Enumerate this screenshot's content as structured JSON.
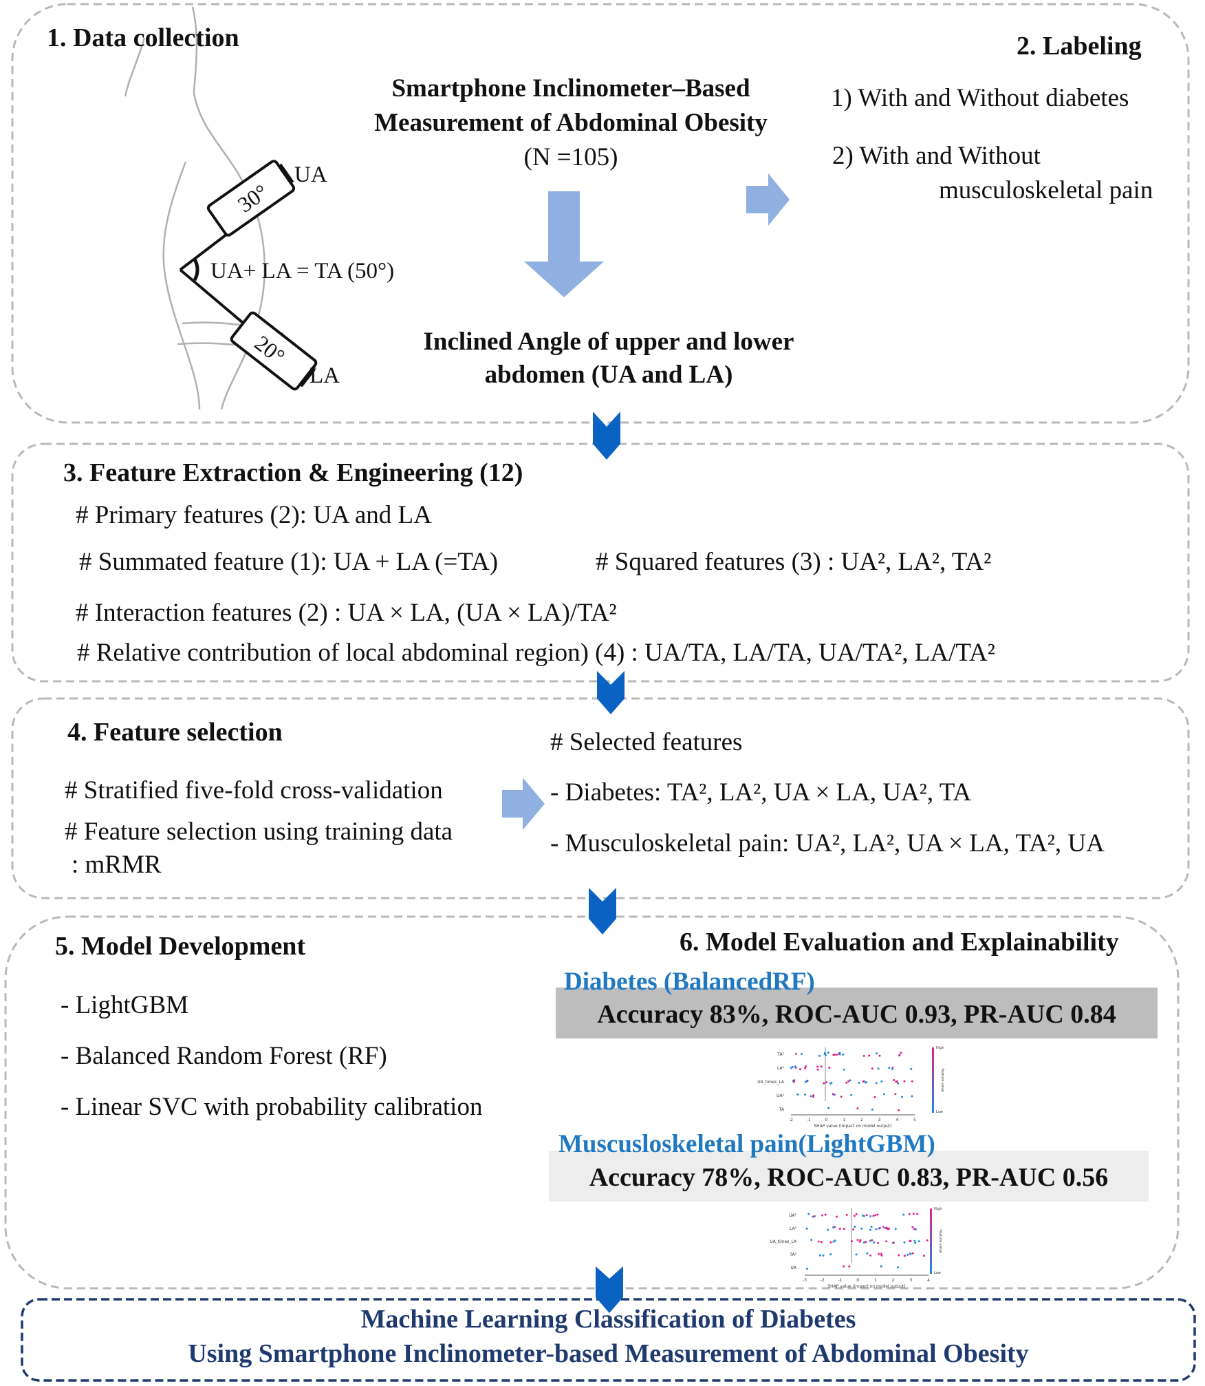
{
  "colors": {
    "box_border": "#b9b9b9",
    "final_border": "#1f3a6e",
    "big_arrow": "#8fb0e0",
    "chevron": "#0a63c2",
    "label_blue": "#1f78c2",
    "diabetes_bar": "#bdbdbd",
    "pain_bar": "#ededed"
  },
  "section1": {
    "title": "1. Data collection",
    "heading_line1": "Smartphone Inclinometer–Based",
    "heading_line2": "Measurement of Abdominal Obesity",
    "n": "(N =105)",
    "result_line1": "Inclined Angle of upper and lower",
    "result_line2": "abdomen (UA and LA)",
    "figure": {
      "ua_label": "UA",
      "la_label": "LA",
      "ua_angle": "30°",
      "la_angle": "20°",
      "total_label": "UA+ LA = TA (50°)"
    }
  },
  "section2": {
    "title": "2. Labeling",
    "item1": "1) With and Without diabetes",
    "item2_line1": "2) With and Without",
    "item2_line2": "musculoskeletal pain"
  },
  "section3": {
    "title": "3. Feature Extraction & Engineering (12)",
    "line1": "# Primary features (2): UA and LA",
    "line2a": "# Summated feature (1): UA + LA (=TA)",
    "line2b": "# Squared features (3) : UA², LA², TA²",
    "line3": "# Interaction features (2) : UA × LA, (UA × LA)/TA²",
    "line4": "# Relative contribution of local abdominal region) (4) : UA/TA, LA/TA, UA/TA², LA/TA²"
  },
  "section4": {
    "title": "4. Feature selection",
    "left1": "# Stratified five-fold cross-validation",
    "left2": "# Feature selection using training data",
    "left3": ": mRMR",
    "right_head": "# Selected features",
    "right1": "- Diabetes: TA², LA², UA × LA, UA², TA",
    "right2": "- Musculoskeletal pain: UA², LA², UA × LA, TA², UA"
  },
  "section5": {
    "title": "5. Model Development",
    "item1": "- LightGBM",
    "item2": "- Balanced Random Forest (RF)",
    "item3": "- Linear SVC with probability calibration"
  },
  "section6": {
    "title": "6. Model Evaluation and Explainability",
    "diabetes_label": "Diabetes (BalancedRF)",
    "diabetes_metrics": "Accuracy 83%, ROC-AUC 0.93, PR-AUC 0.84",
    "pain_label": "Muscusloskeletal pain(LightGBM)",
    "pain_metrics": "Accuracy 78%, ROC-AUC 0.83, PR-AUC 0.56",
    "shap1": {
      "features": [
        "TA²",
        "LA²",
        "UA_times_LA",
        "UA²",
        "TA"
      ],
      "ticks": [
        "-2",
        "-1",
        "0",
        "1",
        "2",
        "3",
        "4",
        "5"
      ],
      "xlabel": "SHAP value (impact on model output)",
      "cb_high": "High",
      "cb_low": "Low",
      "cb_label": "Feature value"
    },
    "shap2": {
      "features": [
        "UA²",
        "LA²",
        "UA_times_LA",
        "TA²",
        "UA"
      ],
      "ticks": [
        "-3",
        "-2",
        "-1",
        "0",
        "1",
        "2",
        "3",
        "4"
      ],
      "xlabel": "SHAP value (impact on model output)",
      "cb_high": "High",
      "cb_low": "Low",
      "cb_label": "Feature value"
    }
  },
  "final": {
    "line1": "Machine Learning Classification of Diabetes",
    "line2": "Using  Smartphone Inclinometer-based Measurement of Abdominal Obesity"
  }
}
